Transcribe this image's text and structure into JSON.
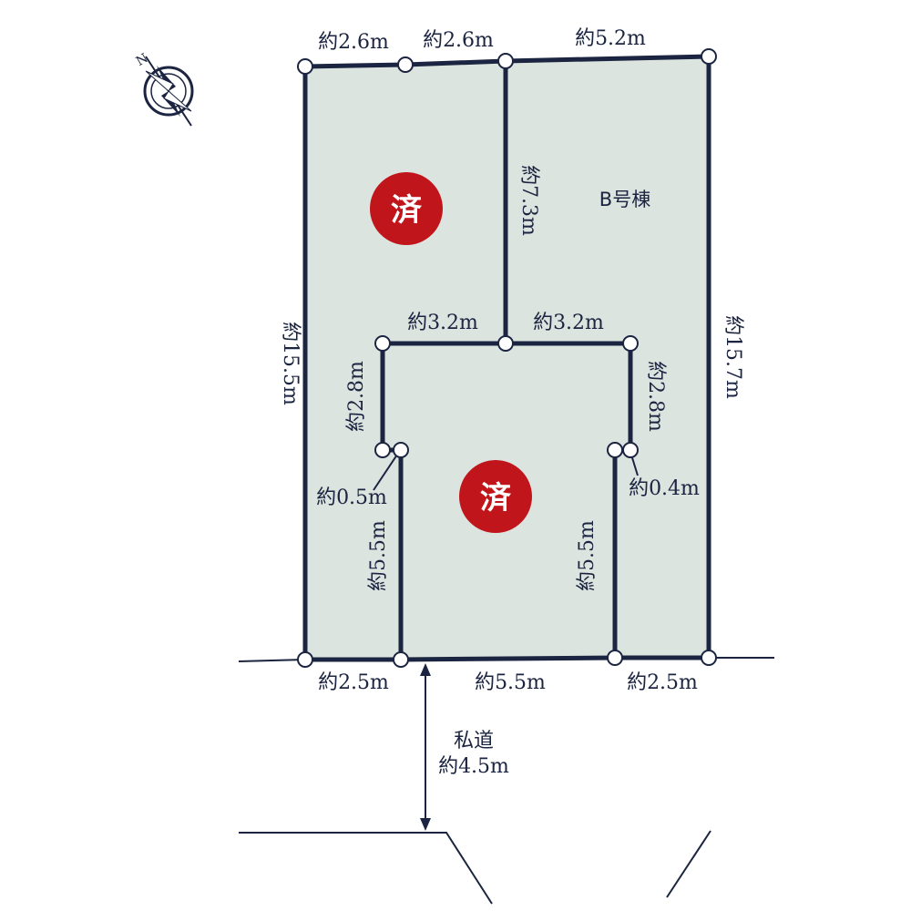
{
  "compass": {
    "north_label": "N",
    "icon": "compass-icon"
  },
  "lots": {
    "b_label": "B号棟",
    "sold_top": "済",
    "sold_bottom": "済",
    "sold_color": "#c0151b",
    "lot_fill": "#dce4df",
    "line_color": "#1b2440"
  },
  "dimensions": {
    "top_1": "約2.6m",
    "top_2": "約2.6m",
    "top_3": "約5.2m",
    "left_side": "約15.5m",
    "right_side": "約15.7m",
    "divider_vertical": "約7.3m",
    "inner_top_left": "約3.2m",
    "inner_top_right": "約3.2m",
    "inner_left_upper": "約2.8m",
    "inner_right_upper": "約2.8m",
    "jog_left": "約0.5m",
    "jog_right": "約0.4m",
    "inner_left_lower": "約5.5m",
    "inner_right_lower": "約5.5m",
    "bottom_1": "約2.5m",
    "bottom_2": "約5.5m",
    "bottom_3": "約2.5m"
  },
  "road": {
    "name": "私道",
    "width": "約4.5m"
  }
}
